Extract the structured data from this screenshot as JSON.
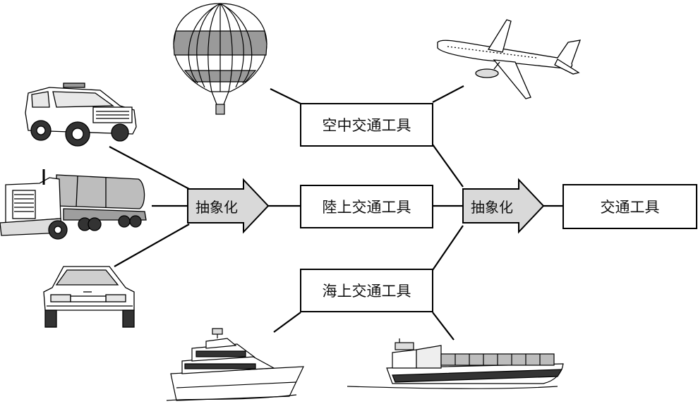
{
  "diagram": {
    "categories": [
      {
        "id": "air",
        "label": "空中交通工具"
      },
      {
        "id": "land",
        "label": "陸上交通工具"
      },
      {
        "id": "sea",
        "label": "海上交通工具"
      }
    ],
    "result": {
      "label": "交通工具"
    },
    "arrows": [
      {
        "id": "abstraction-1",
        "label": "抽象化"
      },
      {
        "id": "abstraction-2",
        "label": "抽象化"
      }
    ],
    "vehicles": [
      {
        "id": "hot-air-balloon",
        "icon": "hot-air-balloon-icon",
        "group": "air"
      },
      {
        "id": "airplane",
        "icon": "airplane-icon",
        "group": "air"
      },
      {
        "id": "suv",
        "icon": "suv-icon",
        "group": "land"
      },
      {
        "id": "tanker-truck",
        "icon": "tanker-truck-icon",
        "group": "land"
      },
      {
        "id": "sedan",
        "icon": "sedan-icon",
        "group": "land"
      },
      {
        "id": "yacht",
        "icon": "yacht-icon",
        "group": "sea"
      },
      {
        "id": "container-ship",
        "icon": "container-ship-icon",
        "group": "sea"
      }
    ],
    "colors": {
      "arrow_fill": "#d9d9d9",
      "stroke": "#000000",
      "background": "#ffffff"
    }
  }
}
